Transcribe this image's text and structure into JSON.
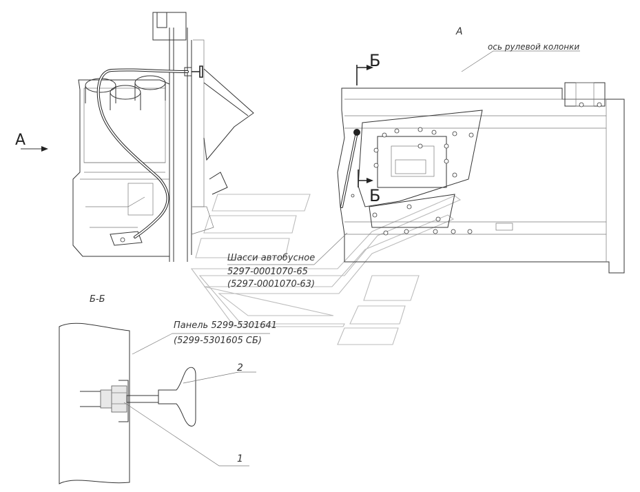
{
  "labels": {
    "view_a_title": "А",
    "view_a_arrow": "А",
    "section_mark_top": "Б",
    "section_mark_bottom": "Б",
    "steering_axis": "ось рулевой колонки",
    "section_title": "Б-Б",
    "chassis_line1": "Шасси автобусное",
    "chassis_line2": "5297-0001070-65",
    "chassis_line3": "(5297-0001070-63)",
    "panel_line1": "Панель 5299-5301641",
    "panel_line2": "(5299-5301605 СБ)",
    "callout_1": "1",
    "callout_2": "2"
  }
}
